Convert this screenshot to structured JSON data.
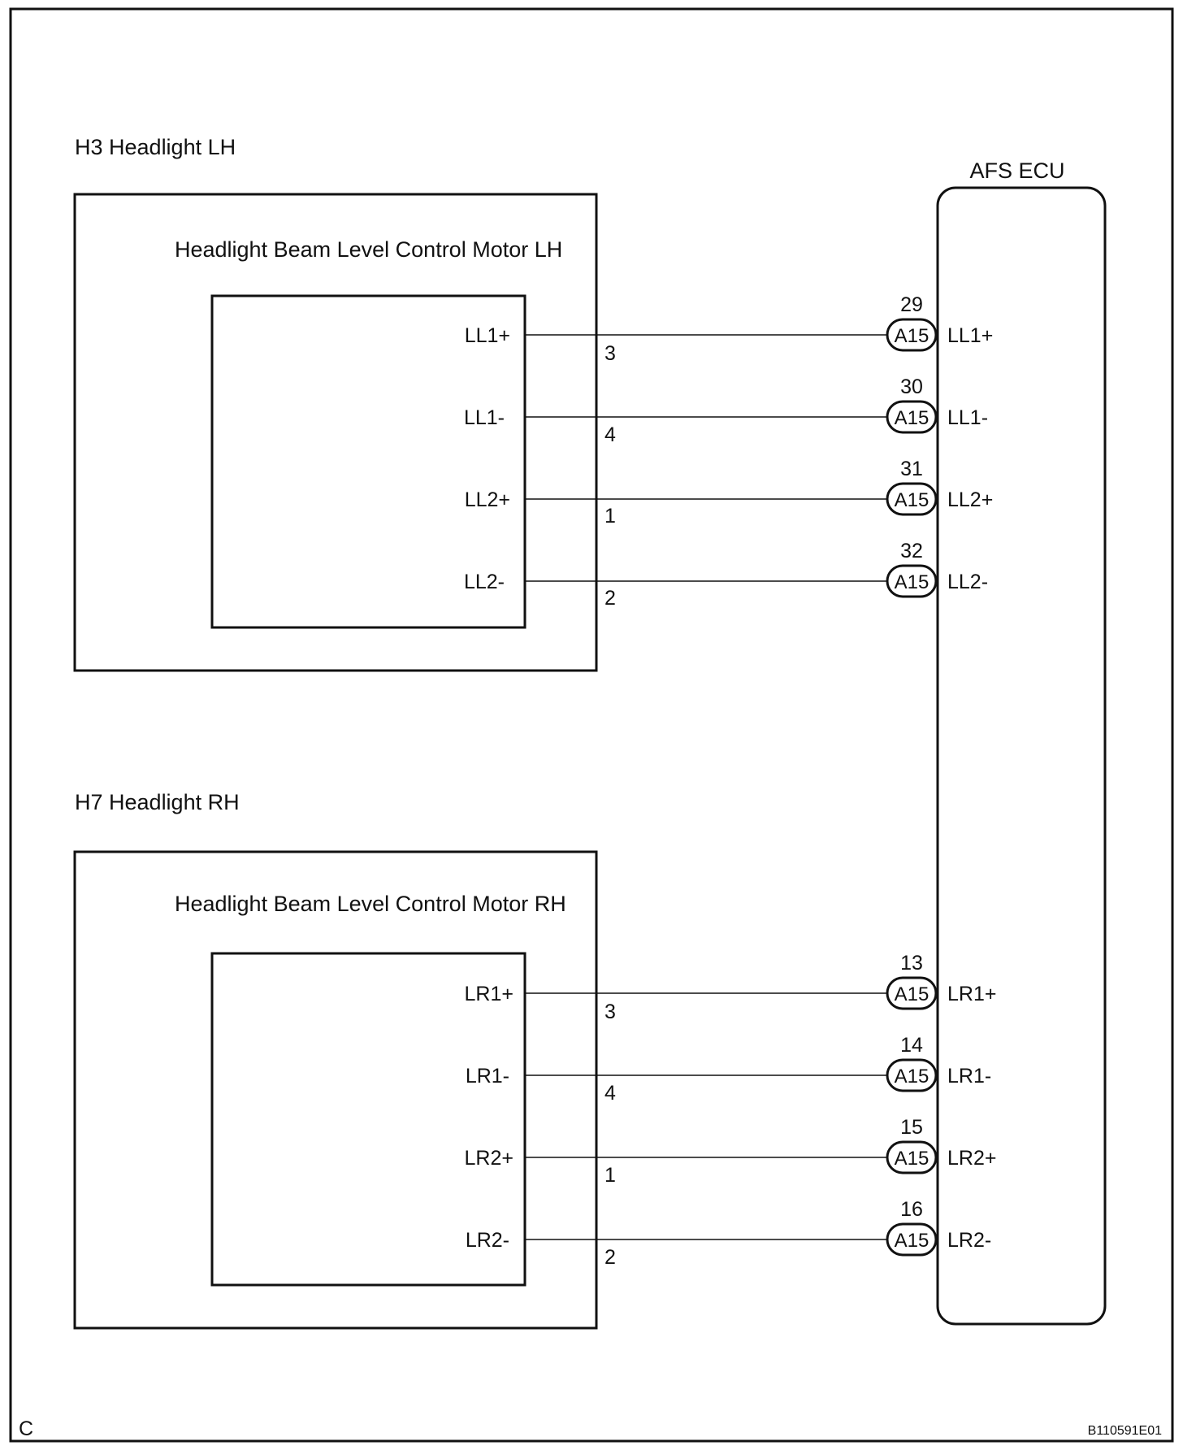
{
  "corner_letter": "C",
  "figure_code": "B110591E01",
  "ecu": {
    "label": "AFS ECU"
  },
  "headlights": [
    {
      "title": "H3 Headlight LH",
      "motor_label": "Headlight Beam Level Control Motor LH",
      "circuits": [
        {
          "terminal": "LL1+",
          "headlight_pin": "3",
          "ecu_pin": "29",
          "connector": "A15",
          "ecu_terminal": "LL1+"
        },
        {
          "terminal": "LL1-",
          "headlight_pin": "4",
          "ecu_pin": "30",
          "connector": "A15",
          "ecu_terminal": "LL1-"
        },
        {
          "terminal": "LL2+",
          "headlight_pin": "1",
          "ecu_pin": "31",
          "connector": "A15",
          "ecu_terminal": "LL2+"
        },
        {
          "terminal": "LL2-",
          "headlight_pin": "2",
          "ecu_pin": "32",
          "connector": "A15",
          "ecu_terminal": "LL2-"
        }
      ]
    },
    {
      "title": "H7 Headlight RH",
      "motor_label": "Headlight Beam Level Control Motor RH",
      "circuits": [
        {
          "terminal": "LR1+",
          "headlight_pin": "3",
          "ecu_pin": "13",
          "connector": "A15",
          "ecu_terminal": "LR1+"
        },
        {
          "terminal": "LR1-",
          "headlight_pin": "4",
          "ecu_pin": "14",
          "connector": "A15",
          "ecu_terminal": "LR1-"
        },
        {
          "terminal": "LR2+",
          "headlight_pin": "1",
          "ecu_pin": "15",
          "connector": "A15",
          "ecu_terminal": "LR2+"
        },
        {
          "terminal": "LR2-",
          "headlight_pin": "2",
          "ecu_pin": "16",
          "connector": "A15",
          "ecu_terminal": "LR2-"
        }
      ]
    }
  ]
}
